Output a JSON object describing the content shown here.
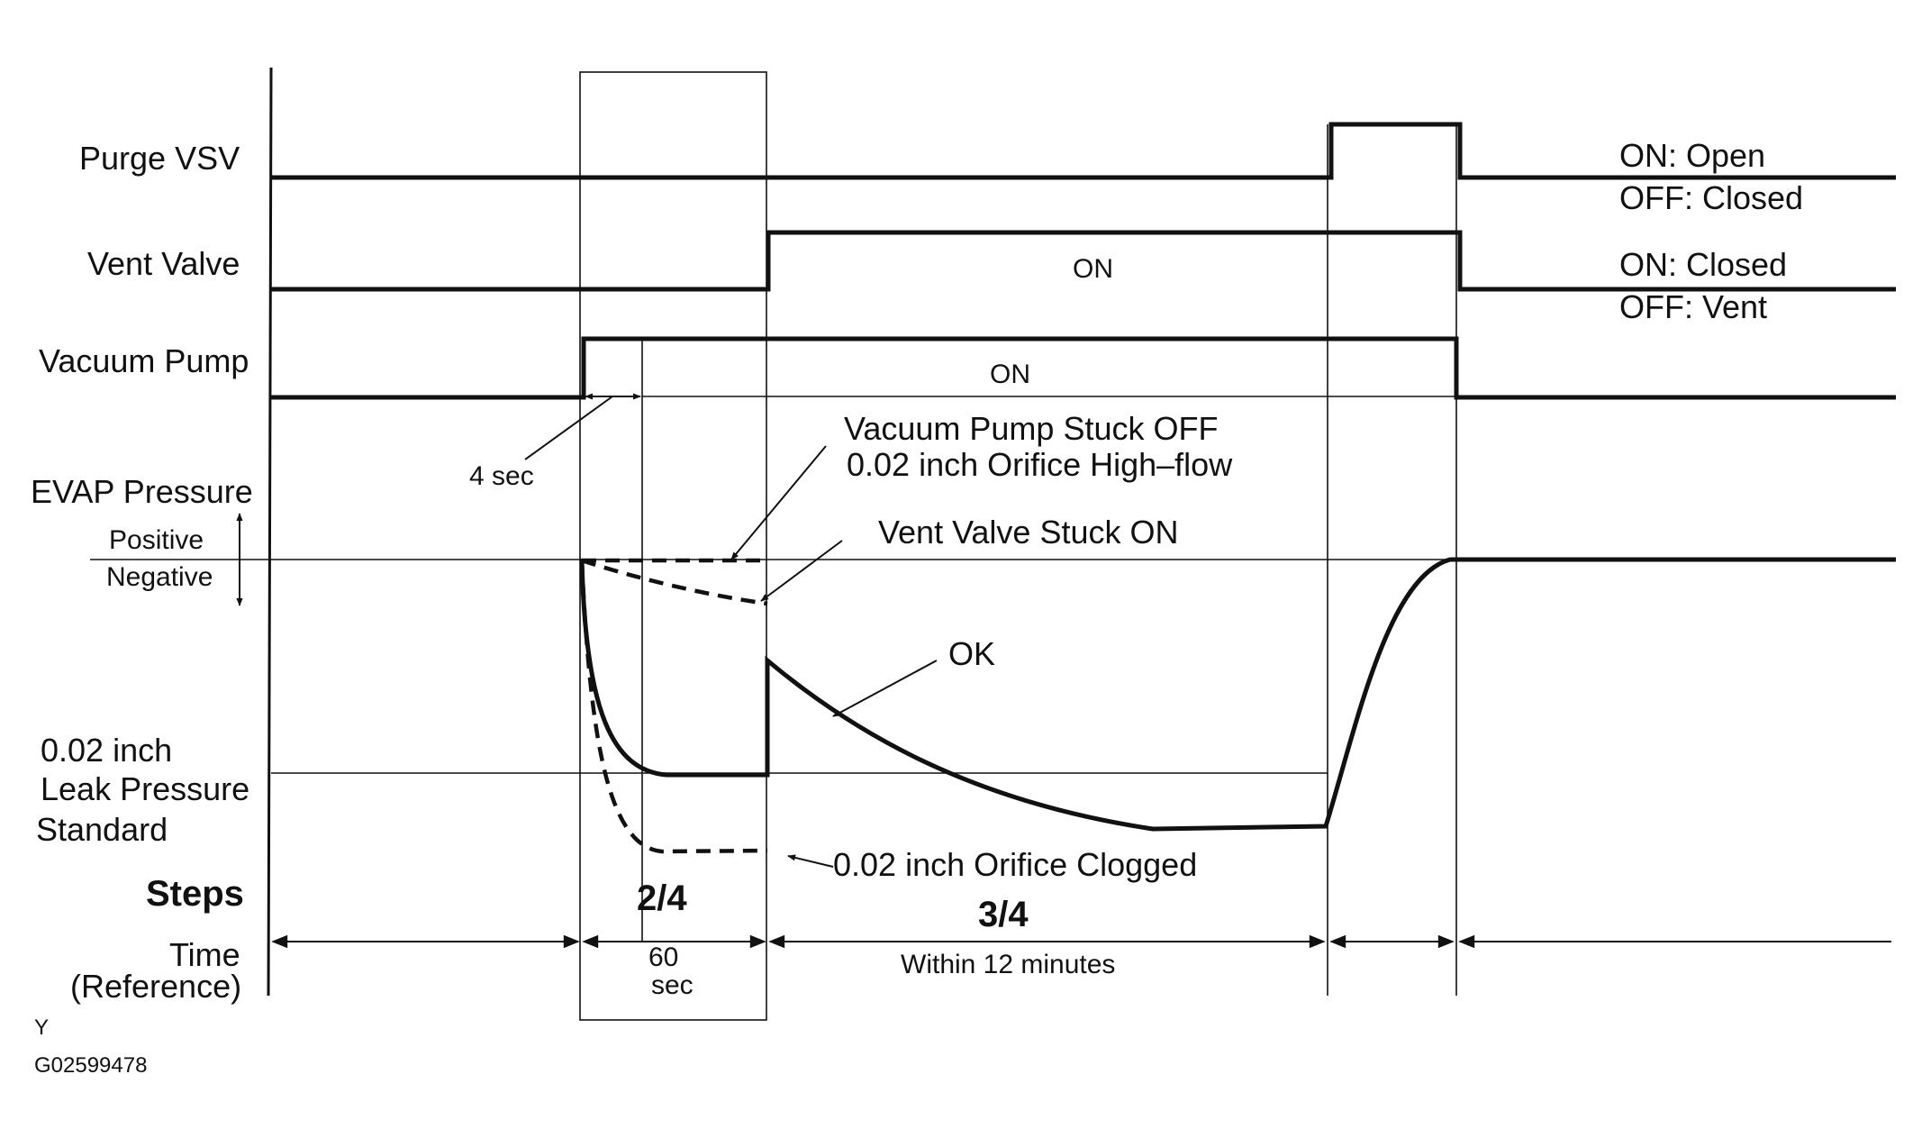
{
  "labels": {
    "purge_vsv": "Purge VSV",
    "vent_valve": "Vent Valve",
    "vacuum_pump": "Vacuum Pump",
    "evap_pressure": "EVAP Pressure",
    "positive": "Positive",
    "negative": "Negative",
    "leak_std_1": "0.02 inch",
    "leak_std_2": "Leak Pressure",
    "leak_std_3": "Standard",
    "steps": "Steps",
    "time_1": "Time",
    "time_2": "(Reference)"
  },
  "legend": {
    "purge_on": "ON: Open",
    "purge_off": "OFF: Closed",
    "vent_on": "ON: Closed",
    "vent_off": "OFF: Vent"
  },
  "state": {
    "vent_on": "ON",
    "pump_on": "ON"
  },
  "annotations": {
    "four_sec": "4 sec",
    "pump_stuck_off": "Vacuum Pump Stuck OFF",
    "orifice_high_flow": "0.02 inch Orifice High–flow",
    "vent_stuck_on": "Vent Valve Stuck ON",
    "ok": "OK",
    "orifice_clogged": "0.02 inch Orifice Clogged"
  },
  "steps": {
    "step_2": "2/4",
    "step_3": "3/4"
  },
  "time": {
    "sixty": "60",
    "sec": "sec",
    "within": "Within 12 minutes"
  },
  "footer": {
    "y": "Y",
    "code": "G02599478"
  }
}
